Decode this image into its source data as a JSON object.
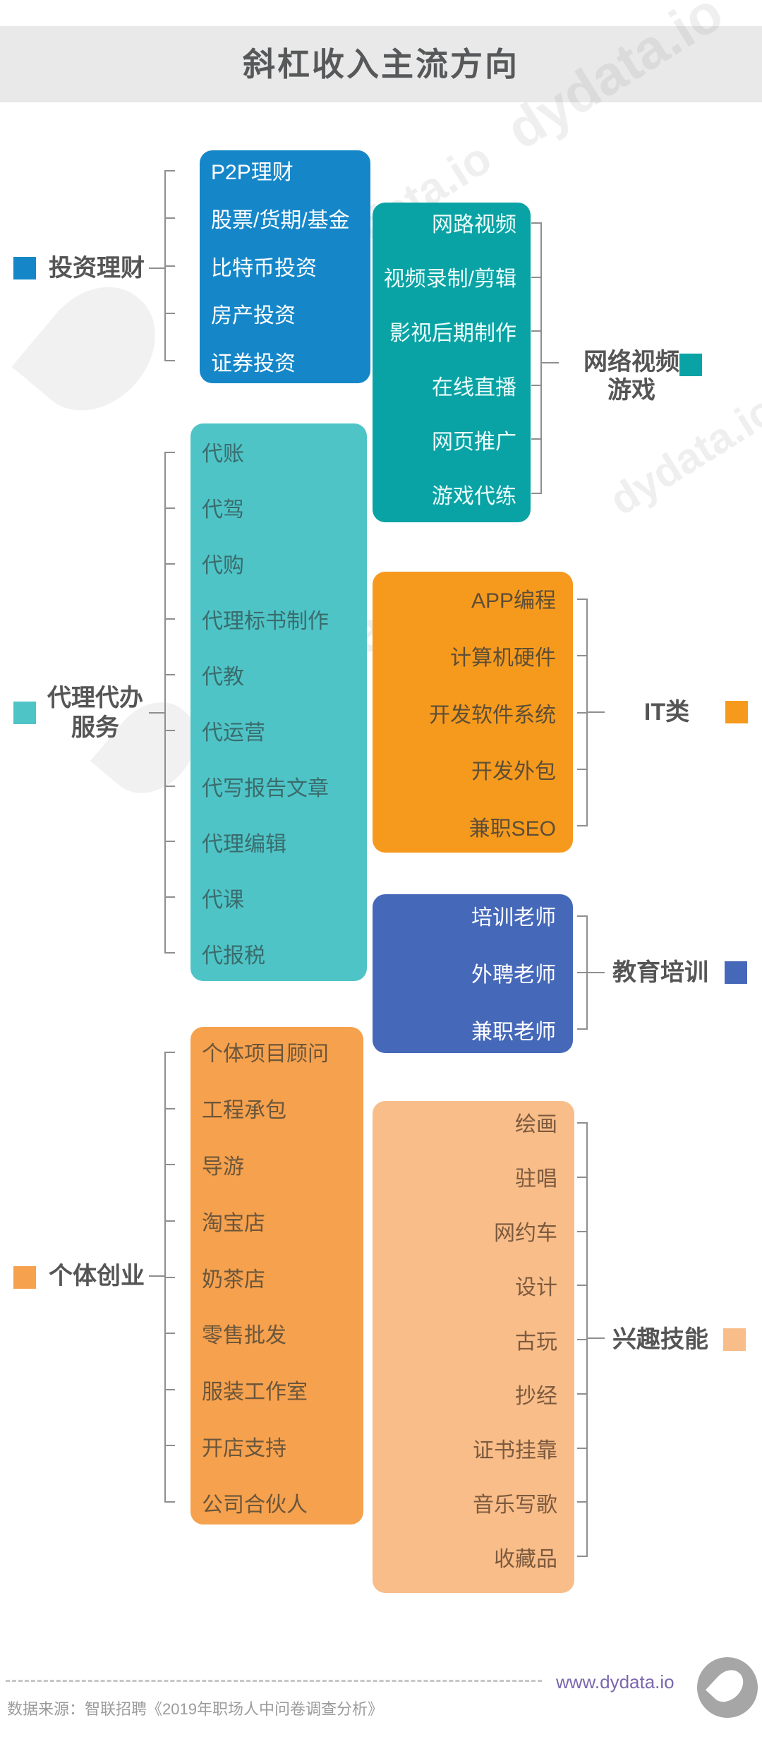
{
  "title": "斜杠收入主流方向",
  "watermark": "dydata.io",
  "groups": {
    "invest": {
      "label": "投资理财",
      "color": "#1587c9",
      "items": [
        "P2P理财",
        "股票/货期/基金",
        "比特币投资",
        "房产投资",
        "证券投资"
      ]
    },
    "agency": {
      "label": "代理代办服务",
      "label_lines": [
        "代理代办",
        "服务"
      ],
      "color": "#4fc4c7",
      "items": [
        "代账",
        "代驾",
        "代购",
        "代理标书制作",
        "代教",
        "代运营",
        "代写报告文章",
        "代理编辑",
        "代课",
        "代报税"
      ]
    },
    "startup": {
      "label": "个体创业",
      "color": "#f6a14e",
      "items": [
        "个体项目顾问",
        "工程承包",
        "导游",
        "淘宝店",
        "奶茶店",
        "零售批发",
        "服装工作室",
        "开店支持",
        "公司合伙人"
      ]
    },
    "netvideo": {
      "label": "网络视频游戏",
      "label_lines": [
        "网络视频",
        "游戏"
      ],
      "color": "#0aa3a5",
      "items": [
        "网路视频",
        "视频录制/剪辑",
        "影视后期制作",
        "在线直播",
        "网页推广",
        "游戏代练"
      ]
    },
    "it": {
      "label": "IT类",
      "color": "#f69a1e",
      "items": [
        "APP编程",
        "计算机硬件",
        "开发软件系统",
        "开发外包",
        "兼职SEO"
      ]
    },
    "edu": {
      "label": "教育培训",
      "color": "#4568b9",
      "items": [
        "培训老师",
        "外聘老师",
        "兼职老师"
      ]
    },
    "hobby": {
      "label": "兴趣技能",
      "color": "#f9bd89",
      "items": [
        "绘画",
        "驻唱",
        "网约车",
        "设计",
        "古玩",
        "抄经",
        "证书挂靠",
        "音乐写歌",
        "收藏品"
      ]
    }
  },
  "footer": {
    "url": "www.dydata.io",
    "source": "数据来源：智联招聘《2019年职场人中问卷调查分析》"
  },
  "colors": {
    "title_band_bg": "#e9e9e9",
    "title_text": "#57585a",
    "label_text": "#555555",
    "bracket_line": "#8f8f8f",
    "footer_url": "#7a68ae",
    "footer_source": "#9b9b9b"
  }
}
